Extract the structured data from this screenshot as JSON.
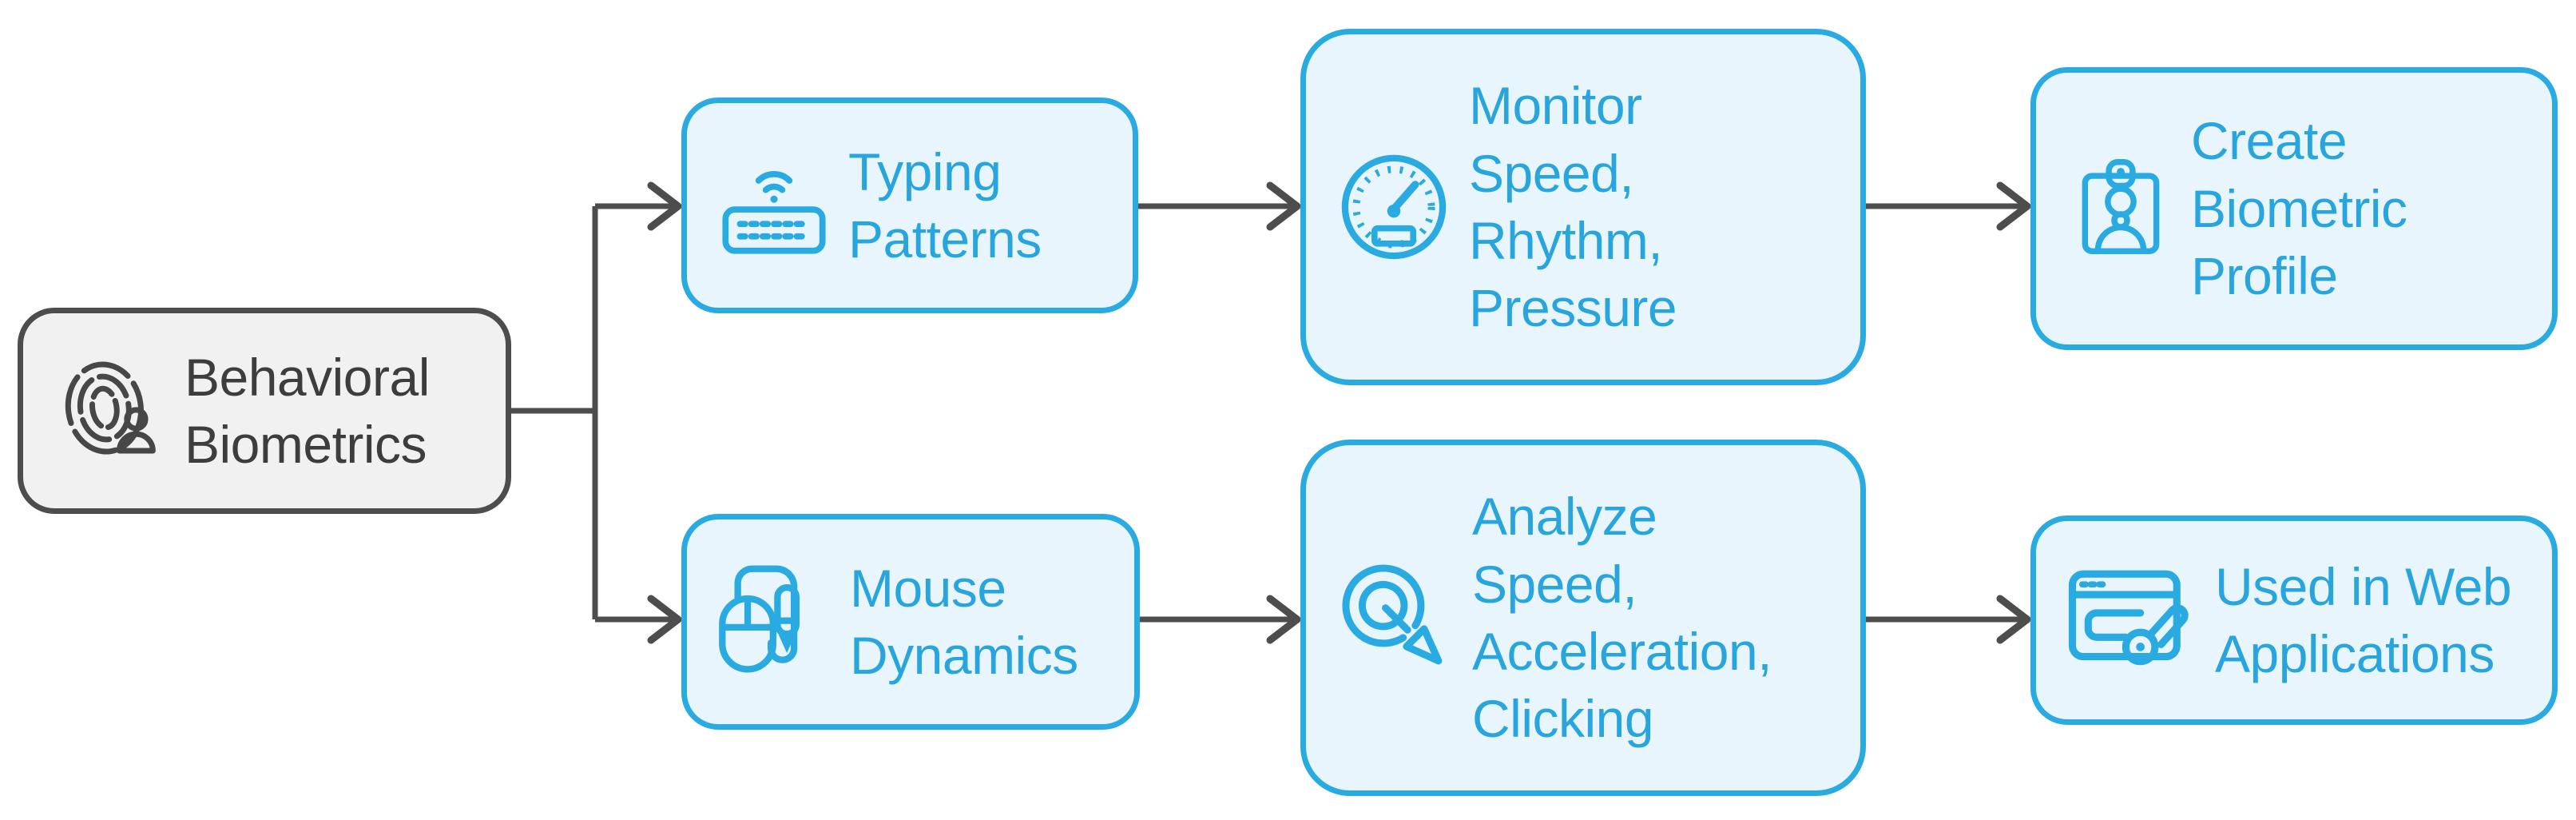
{
  "colors": {
    "accent_blue": "#29abe2",
    "node_fill_blue": "#e9f5fc",
    "root_fill_gray": "#f1f1f1",
    "root_border": "#4d4d4d",
    "connector": "#4d4d4d",
    "background": "#ffffff"
  },
  "nodes": [
    {
      "id": "behavioral-biometrics",
      "label": "Behavioral\nBiometrics",
      "icon": "fingerprint-user-icon",
      "variant": "root"
    },
    {
      "id": "typing-patterns",
      "label": "Typing\nPatterns",
      "icon": "wireless-keyboard-icon",
      "variant": "step"
    },
    {
      "id": "monitor-speed-rhythm-pressure",
      "label": "Monitor\nSpeed,\nRhythm,\nPressure",
      "icon": "speedometer-gauge-icon",
      "variant": "step"
    },
    {
      "id": "create-biometric-profile",
      "label": "Create\nBiometric\nProfile",
      "icon": "id-badge-icon",
      "variant": "step"
    },
    {
      "id": "mouse-dynamics",
      "label": "Mouse\nDynamics",
      "icon": "mouse-cable-icon",
      "variant": "step"
    },
    {
      "id": "analyze-speed-acceleration-clicking",
      "label": "Analyze\nSpeed,\nAcceleration,\nClicking",
      "icon": "cursor-click-icon",
      "variant": "step"
    },
    {
      "id": "used-in-web-applications",
      "label": "Used in Web\nApplications",
      "icon": "browser-pen-icon",
      "variant": "step"
    }
  ],
  "edges": [
    {
      "from": "behavioral-biometrics",
      "to": "typing-patterns"
    },
    {
      "from": "behavioral-biometrics",
      "to": "mouse-dynamics"
    },
    {
      "from": "typing-patterns",
      "to": "monitor-speed-rhythm-pressure"
    },
    {
      "from": "monitor-speed-rhythm-pressure",
      "to": "create-biometric-profile"
    },
    {
      "from": "mouse-dynamics",
      "to": "analyze-speed-acceleration-clicking"
    },
    {
      "from": "analyze-speed-acceleration-clicking",
      "to": "used-in-web-applications"
    }
  ]
}
